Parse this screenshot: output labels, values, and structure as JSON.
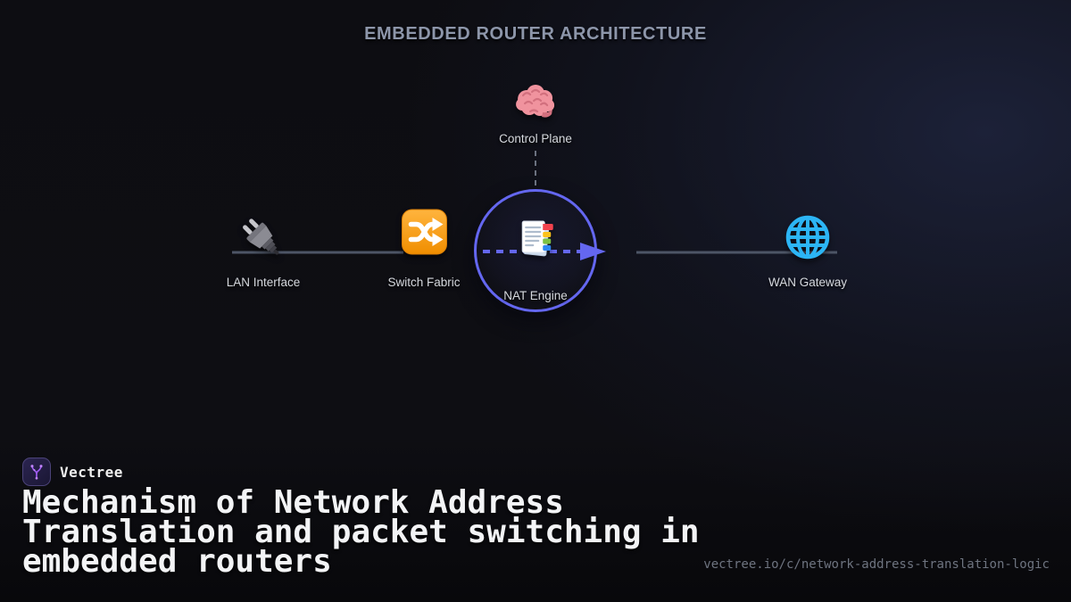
{
  "title": "EMBEDDED ROUTER ARCHITECTURE",
  "diagram": {
    "nodes": {
      "control_plane": {
        "label": "Control Plane",
        "icon": "brain-icon"
      },
      "lan_interface": {
        "label": "LAN Interface",
        "icon": "plug-icon"
      },
      "switch_fabric": {
        "label": "Switch Fabric",
        "icon": "shuffle-icon"
      },
      "nat_engine": {
        "label": "NAT Engine",
        "icon": "bookmark-tabs-icon"
      },
      "wan_gateway": {
        "label": "WAN Gateway",
        "icon": "globe-icon"
      }
    },
    "colors": {
      "nat_ring": "#6467f0",
      "packet_flow_arrow": "#6467f0",
      "link_line": "#4d5566",
      "control_link": "#6b7280",
      "switch_orange": "#f9a10a",
      "globe_blue": "#2cb5f5",
      "brain_pink": "#f0939e",
      "title_gray": "#8d96aa",
      "brand_purple": "#a05cf5"
    }
  },
  "footer": {
    "brand": "Vectree",
    "headline": "Mechanism of Network Address Translation and packet switching in embedded routers",
    "url": "vectree.io/c/network-address-translation-logic"
  }
}
